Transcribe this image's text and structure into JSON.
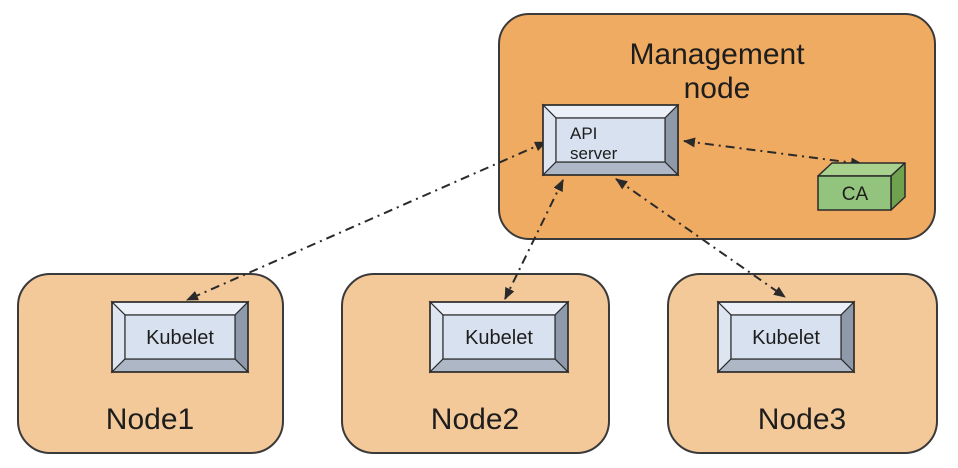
{
  "diagram": {
    "management_node": {
      "title_line1": "Management",
      "title_line2": "node"
    },
    "api_server": {
      "label_line1": "API",
      "label_line2": "server"
    },
    "ca": {
      "label": "CA"
    },
    "nodes": [
      {
        "label": "Node1",
        "component": "Kubelet"
      },
      {
        "label": "Node2",
        "component": "Kubelet"
      },
      {
        "label": "Node3",
        "component": "Kubelet"
      }
    ],
    "connections": [
      {
        "from": "api-server",
        "to": "kubelet-node1",
        "style": "dash-dot",
        "bidirectional": true
      },
      {
        "from": "api-server",
        "to": "kubelet-node2",
        "style": "dash-dot",
        "bidirectional": true
      },
      {
        "from": "api-server",
        "to": "kubelet-node3",
        "style": "dash-dot",
        "bidirectional": true
      },
      {
        "from": "api-server",
        "to": "ca",
        "style": "dash-dot",
        "bidirectional": true
      }
    ],
    "colors": {
      "management_fill": "#f0ab62",
      "node_fill": "#f4c99a",
      "box_face": "#d7e1ef",
      "bevel_top": "#ebf0f8",
      "bevel_left": "#dde5f0",
      "bevel_right": "#8e99aa",
      "bevel_bottom": "#adb7c5",
      "ca_front": "#93c47d",
      "ca_top": "#a9d18e",
      "ca_side": "#6fa14f",
      "outline": "#3a3a3a",
      "arrow": "#2a2a2a",
      "text": "#1d1d1d"
    }
  }
}
